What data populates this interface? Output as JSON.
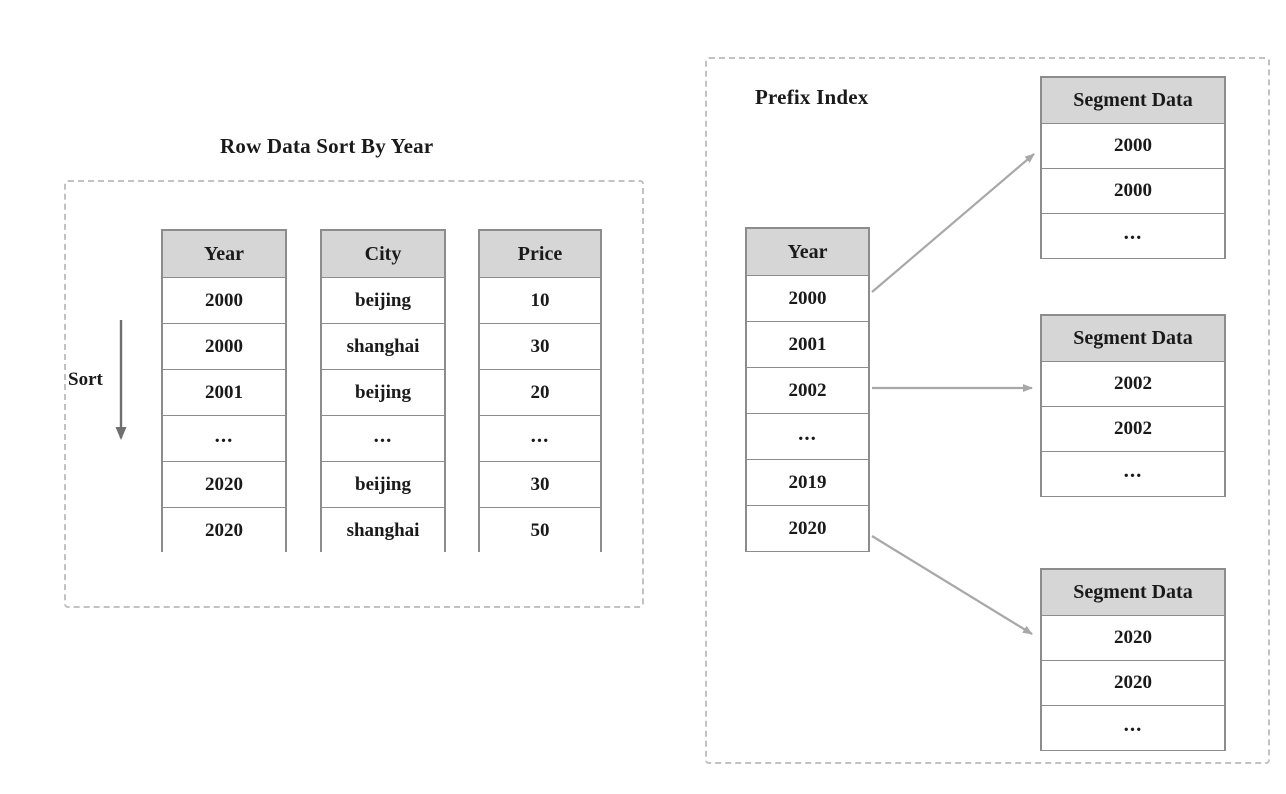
{
  "left_panel": {
    "title": "Row Data Sort By Year",
    "sort_label": "Sort",
    "sort_arrow_icon": "down-arrow-icon",
    "tables": [
      {
        "name": "year",
        "header": "Year",
        "rows": [
          "2000",
          "2000",
          "2001",
          "...",
          "2020",
          "2020"
        ]
      },
      {
        "name": "city",
        "header": "City",
        "rows": [
          "beijing",
          "shanghai",
          "beijing",
          "...",
          "beijing",
          "shanghai"
        ]
      },
      {
        "name": "price",
        "header": "Price",
        "rows": [
          "10",
          "30",
          "20",
          "...",
          "30",
          "50"
        ]
      }
    ]
  },
  "right_panel": {
    "title": "Prefix Index",
    "prefix_table": {
      "header": "Year",
      "rows": [
        "2000",
        "2001",
        "2002",
        "...",
        "2019",
        "2020"
      ]
    },
    "segments": [
      {
        "header": "Segment Data",
        "rows": [
          "2000",
          "2000",
          "..."
        ]
      },
      {
        "header": "Segment Data",
        "rows": [
          "2002",
          "2002",
          "..."
        ]
      },
      {
        "header": "Segment Data",
        "rows": [
          "2020",
          "2020",
          "..."
        ]
      }
    ],
    "arrows": [
      {
        "name": "arrow-to-segment-1",
        "from": "2000",
        "to": "Segment Data 1"
      },
      {
        "name": "arrow-to-segment-2",
        "from": "2002",
        "to": "Segment Data 2"
      },
      {
        "name": "arrow-to-segment-3",
        "from": "2020",
        "to": "Segment Data 3"
      }
    ]
  },
  "colors": {
    "header_fill": "#d6d6d6",
    "table_border": "#8c8c8c",
    "dashed_border": "#c2c2c2",
    "arrow": "#a8a8a8",
    "sort_arrow": "#6f6f6f",
    "text": "#1a1a1a",
    "background": "#ffffff"
  }
}
